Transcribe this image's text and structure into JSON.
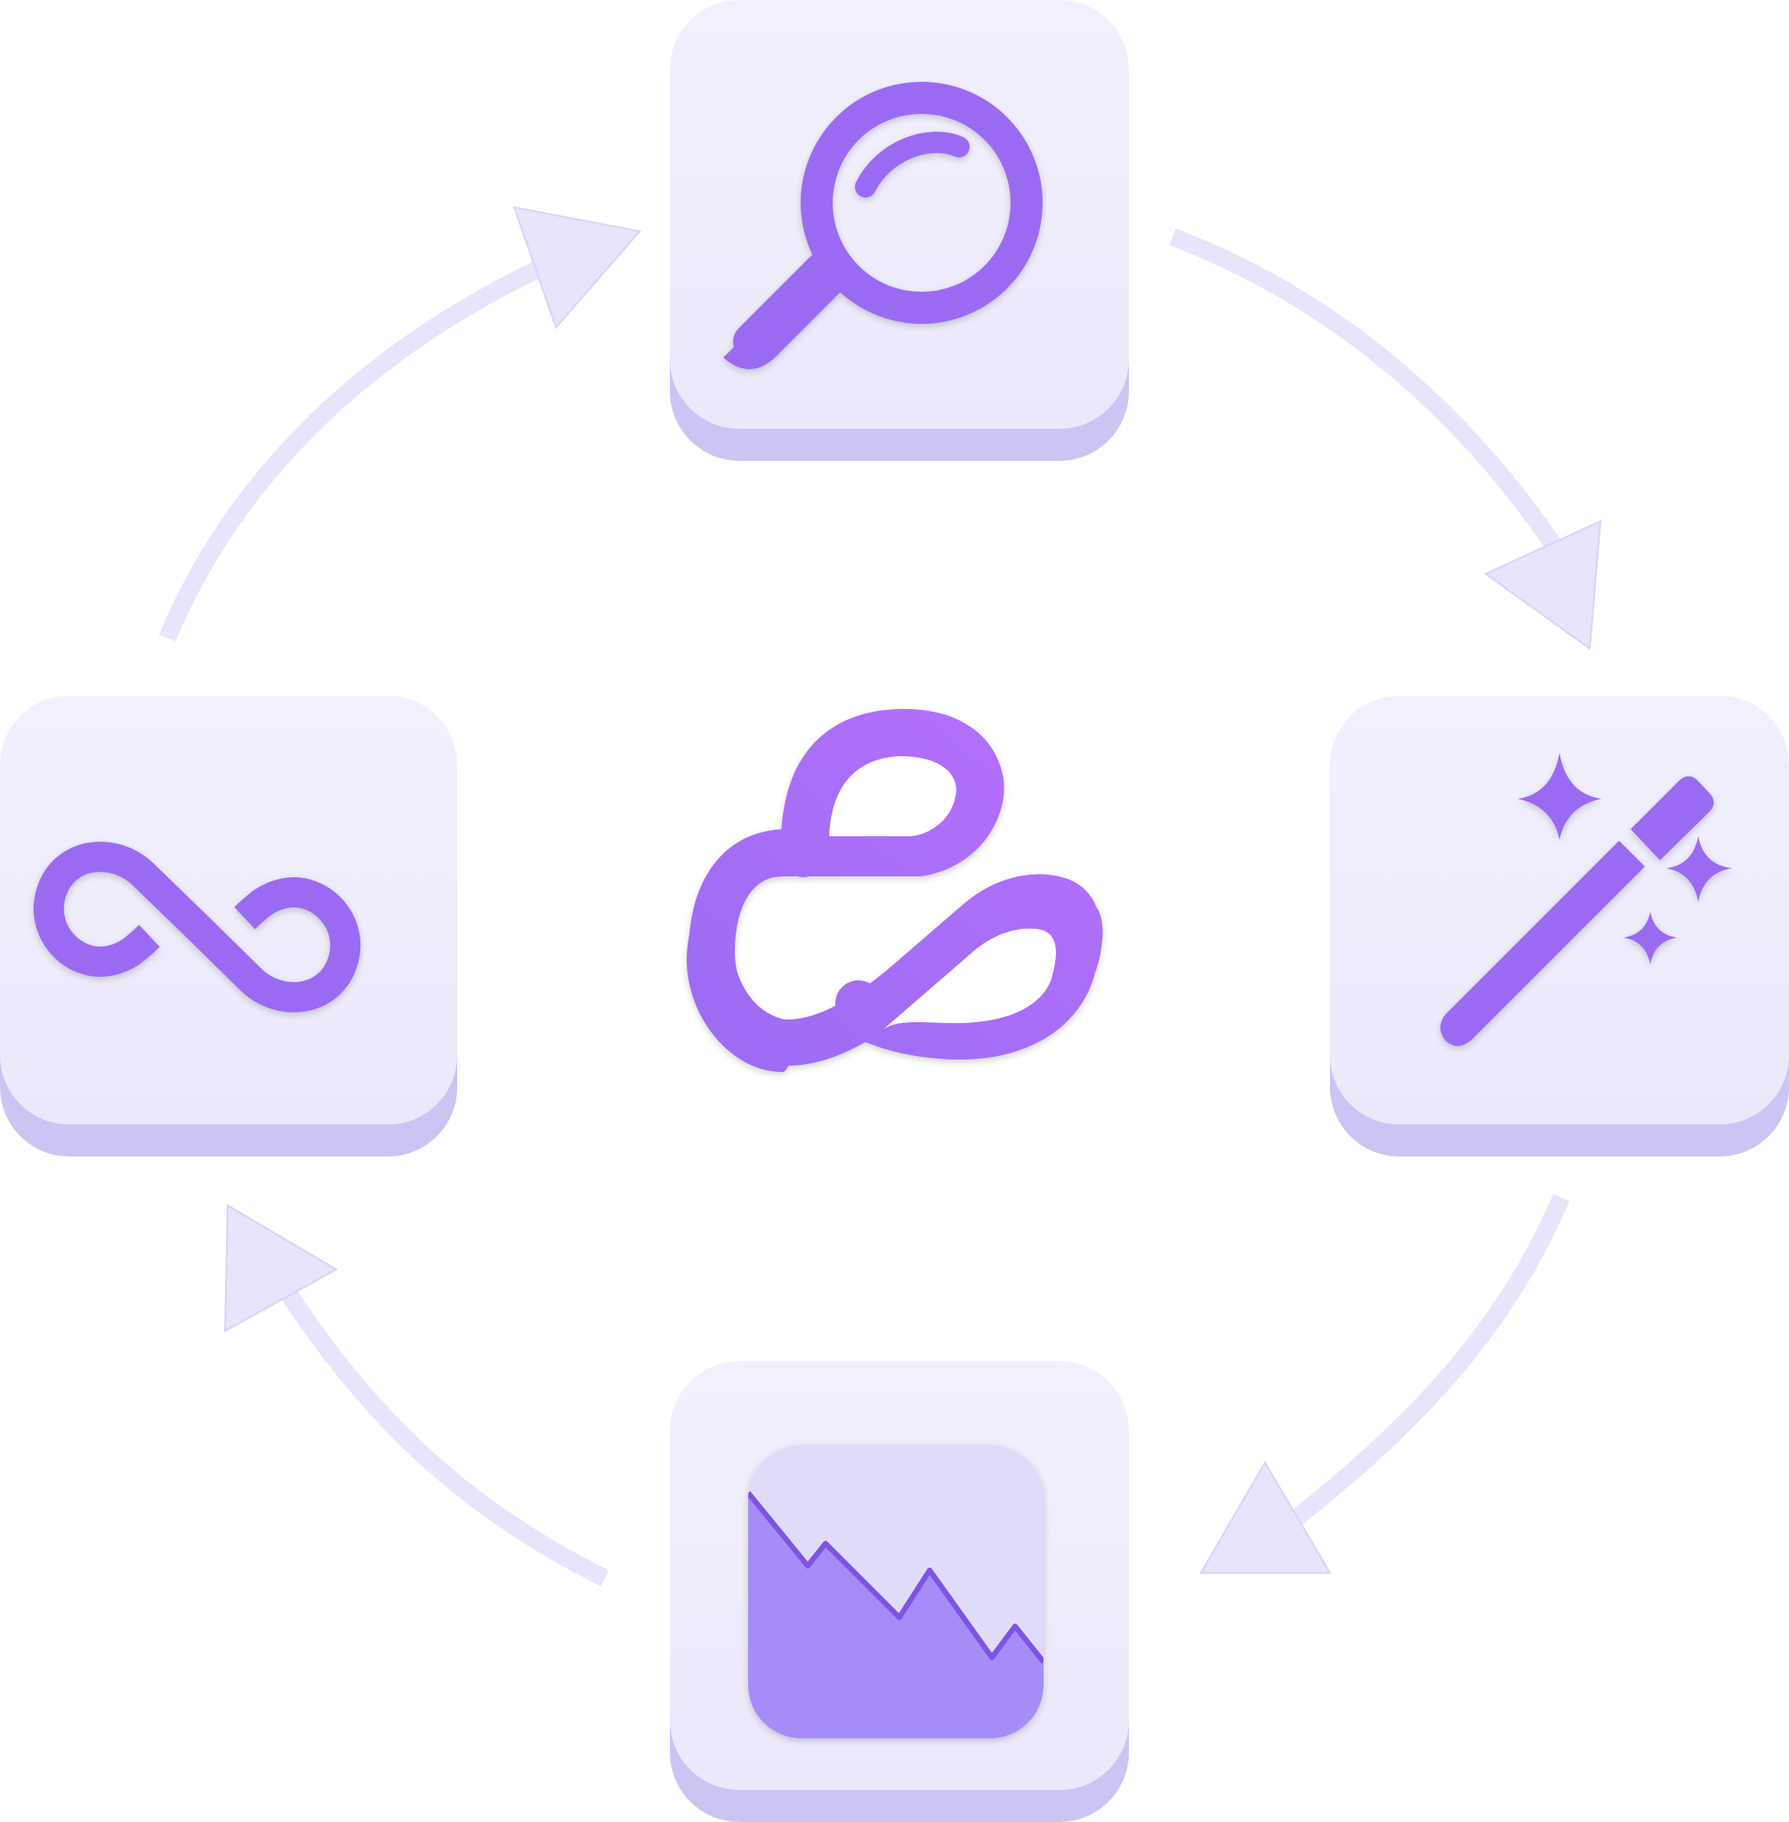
{
  "diagram": {
    "type": "cycle",
    "center": {
      "icon": "brand-logo-icon"
    },
    "steps": [
      {
        "id": "search",
        "icon": "magnifier-icon"
      },
      {
        "id": "enhance",
        "icon": "magic-wand-icon"
      },
      {
        "id": "analyze",
        "icon": "area-chart-icon"
      },
      {
        "id": "loop",
        "icon": "infinity-icon"
      }
    ],
    "flow": [
      {
        "from": "search",
        "to": "enhance"
      },
      {
        "from": "enhance",
        "to": "analyze"
      },
      {
        "from": "analyze",
        "to": "loop"
      },
      {
        "from": "loop",
        "to": "search"
      }
    ]
  },
  "colors": {
    "tile_top": "#F2F0FD",
    "tile_bottom": "#ECE8FB",
    "tile_base": "#CCC5F3",
    "arrow": "#E7E4FB",
    "arrow_edge": "#D9D4F7",
    "icon_purple": "#9B6BF2",
    "icon_purple_dark": "#7F52E3",
    "logo_start": "#9C6CF3",
    "logo_end": "#B56FFB",
    "chart_bg": "#E1DBFA",
    "chart_fill": "#A58CF7"
  }
}
